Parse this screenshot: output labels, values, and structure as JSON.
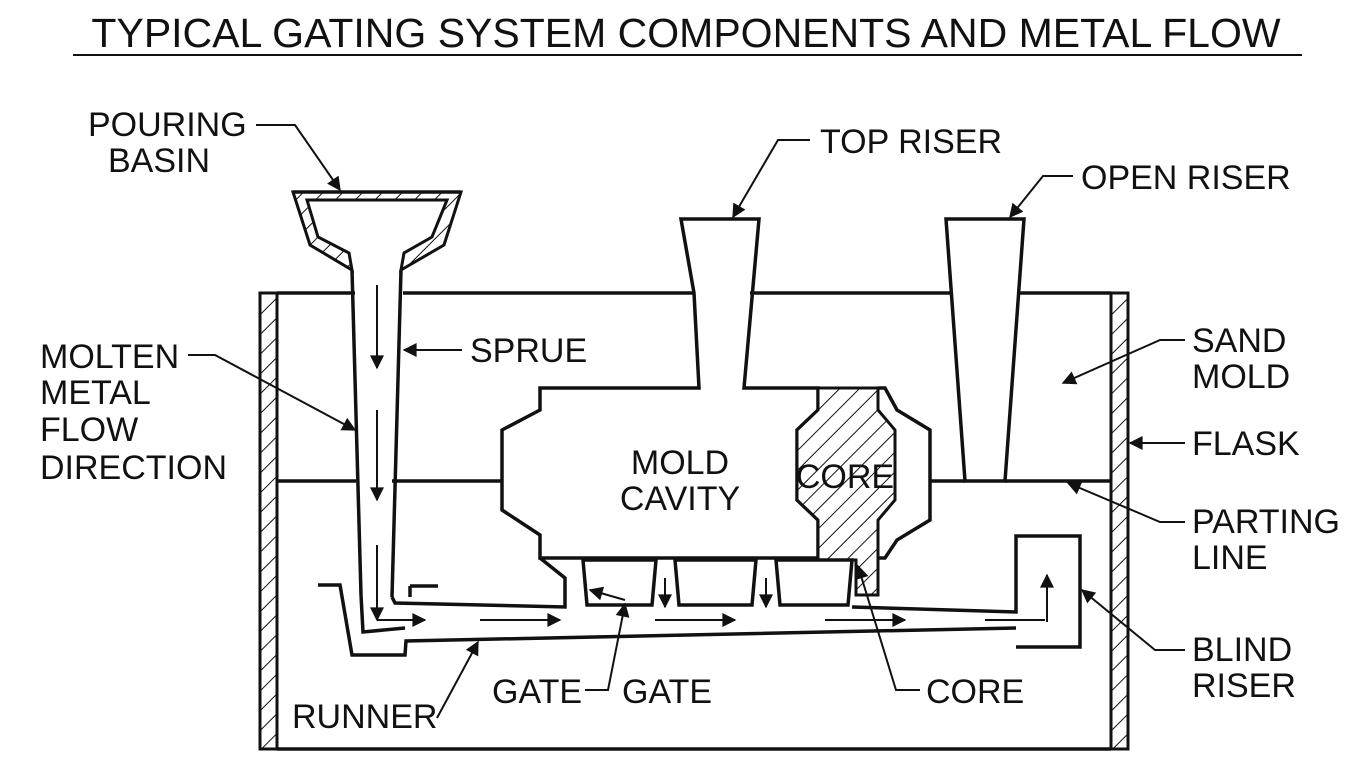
{
  "title": "TYPICAL GATING SYSTEM COMPONENTS AND METAL FLOW",
  "labels": {
    "pouring_basin_1": "POURING",
    "pouring_basin_2": "BASIN",
    "top_riser": "TOP RISER",
    "open_riser": "OPEN RISER",
    "sprue": "SPRUE",
    "molten_1": "MOLTEN",
    "molten_2": "METAL",
    "molten_3": "FLOW",
    "molten_4": "DIRECTION",
    "sand_mold_1": "SAND",
    "sand_mold_2": "MOLD",
    "flask": "FLASK",
    "parting_1": "PARTING",
    "parting_2": "LINE",
    "blind_riser_1": "BLIND",
    "blind_riser_2": "RISER",
    "mold_cavity_1": "MOLD",
    "mold_cavity_2": "CAVITY",
    "core_inside": "CORE",
    "core_callout": "CORE",
    "gate_left": "GATE",
    "gate_right": "GATE",
    "runner": "RUNNER"
  },
  "colors": {
    "ink": "#111111",
    "background": "#ffffff"
  }
}
